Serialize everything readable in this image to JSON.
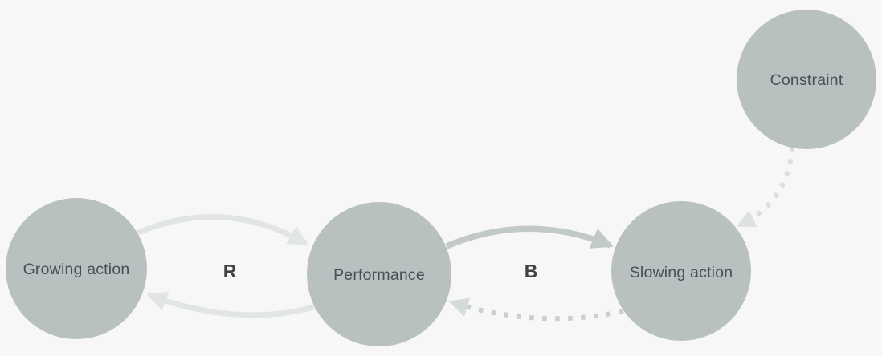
{
  "diagram": {
    "type": "causal-loop-diagram",
    "background": "#f7f8f5",
    "colors": {
      "node_fill": "#b8c1c0",
      "node_text": "#4a4f53",
      "loop_label": "#3e4246",
      "arrow_light": "#e2e6e3",
      "arrow_mid": "#c1cac9",
      "arrow_dotted_mid": "#c8d0ce",
      "arrow_dotted_mid_head": "#d5dbd9",
      "arrow_dotted_light": "#dadfdc",
      "arrow_dotted_light_head": "#dde2df"
    },
    "nodes": [
      {
        "id": "growing-action",
        "label": "Growing action"
      },
      {
        "id": "performance",
        "label": "Performance"
      },
      {
        "id": "slowing-action",
        "label": "Slowing action"
      },
      {
        "id": "constraint",
        "label": "Constraint"
      }
    ],
    "loop_labels": [
      {
        "id": "reinforcing-loop",
        "label": "R"
      },
      {
        "id": "balancing-loop",
        "label": "B"
      }
    ],
    "edges": [
      {
        "from": "growing-action",
        "to": "performance",
        "style": "solid-light"
      },
      {
        "from": "performance",
        "to": "growing-action",
        "style": "solid-light"
      },
      {
        "from": "performance",
        "to": "slowing-action",
        "style": "solid-mid"
      },
      {
        "from": "slowing-action",
        "to": "performance",
        "style": "dotted-mid"
      },
      {
        "from": "constraint",
        "to": "slowing-action",
        "style": "dotted-light"
      }
    ]
  }
}
